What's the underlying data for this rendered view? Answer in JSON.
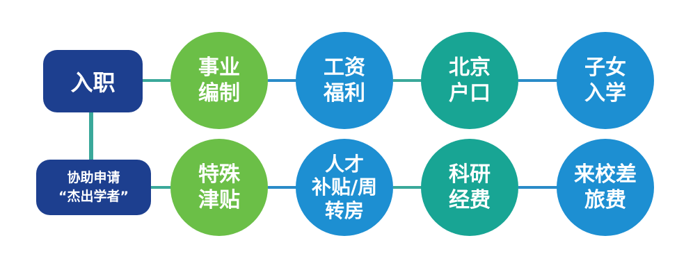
{
  "colors": {
    "navy": "#1d3f8f",
    "green": "#6bbf47",
    "blue": "#1d8fd2",
    "teal": "#18a594"
  },
  "left": {
    "top_label": "入职",
    "bottom_label": "协助申请\n“杰出学者”"
  },
  "row1": [
    {
      "label": "事业\n编制",
      "color": "green"
    },
    {
      "label": "工资\n福利",
      "color": "blue"
    },
    {
      "label": "北京\n户口",
      "color": "teal"
    },
    {
      "label": "子女\n入学",
      "color": "blue"
    }
  ],
  "row2": [
    {
      "label": "特殊\n津贴",
      "color": "green"
    },
    {
      "label": "人才\n补贴/周\n转房",
      "color": "blue"
    },
    {
      "label": "科研\n经费",
      "color": "teal"
    },
    {
      "label": "来校差\n旅费",
      "color": "blue"
    }
  ]
}
